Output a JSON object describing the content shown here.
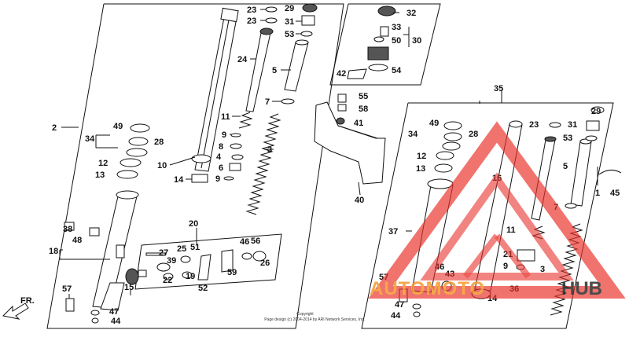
{
  "diagram": {
    "labels": {
      "l2": "2",
      "l3a": "3",
      "l3b": "3",
      "l4": "4",
      "l5a": "5",
      "l5b": "5",
      "l6": "6",
      "l7a": "7",
      "l7b": "7",
      "l8": "8",
      "l9a": "9",
      "l9b": "9",
      "l9c": "9",
      "l10": "10",
      "l11a": "11",
      "l11b": "11",
      "l12a": "12",
      "l12b": "12",
      "l13a": "13",
      "l13b": "13",
      "l14a": "14",
      "l14b": "14",
      "l15": "15",
      "l16": "16",
      "l18": "18",
      "l19": "19",
      "l20": "20",
      "l21": "21",
      "l22": "22",
      "l23a": "23",
      "l23b": "23",
      "l23c": "23",
      "l24": "24",
      "l25": "25",
      "l26": "26",
      "l27": "27",
      "l28a": "28",
      "l28b": "28",
      "l29a": "29",
      "l29b": "29",
      "l30": "30",
      "l31a": "31",
      "l31b": "31",
      "l32": "32",
      "l33": "33",
      "l34a": "34",
      "l34b": "34",
      "l35": "35",
      "l36": "36",
      "l37": "37",
      "l38": "38",
      "l39": "39",
      "l40": "40",
      "l41": "41",
      "l42": "42",
      "l43": "43",
      "l44a": "44",
      "l44b": "44",
      "l45": "45",
      "l46a": "46",
      "l46b": "46",
      "l47a": "47",
      "l47b": "47",
      "l48": "48",
      "l49a": "49",
      "l49b": "49",
      "l50": "50",
      "l51": "51",
      "l52": "52",
      "l53a": "53",
      "l53b": "53",
      "l54": "54",
      "l55": "55",
      "l56": "56",
      "l57a": "57",
      "l57b": "57",
      "l58": "58",
      "l59": "59",
      "l1": "1"
    },
    "direction_label": "FR.",
    "copyright": "Copyright",
    "footer_note": "Page design (c) 2004-2014 by ARI Network Services, Inc.",
    "watermark": {
      "brand_left": "AUTOMOTO",
      "brand_right": "HUB",
      "colors": {
        "red": "#e8322b",
        "orange": "#f39a2b",
        "dark": "#2b2b2b"
      }
    }
  }
}
